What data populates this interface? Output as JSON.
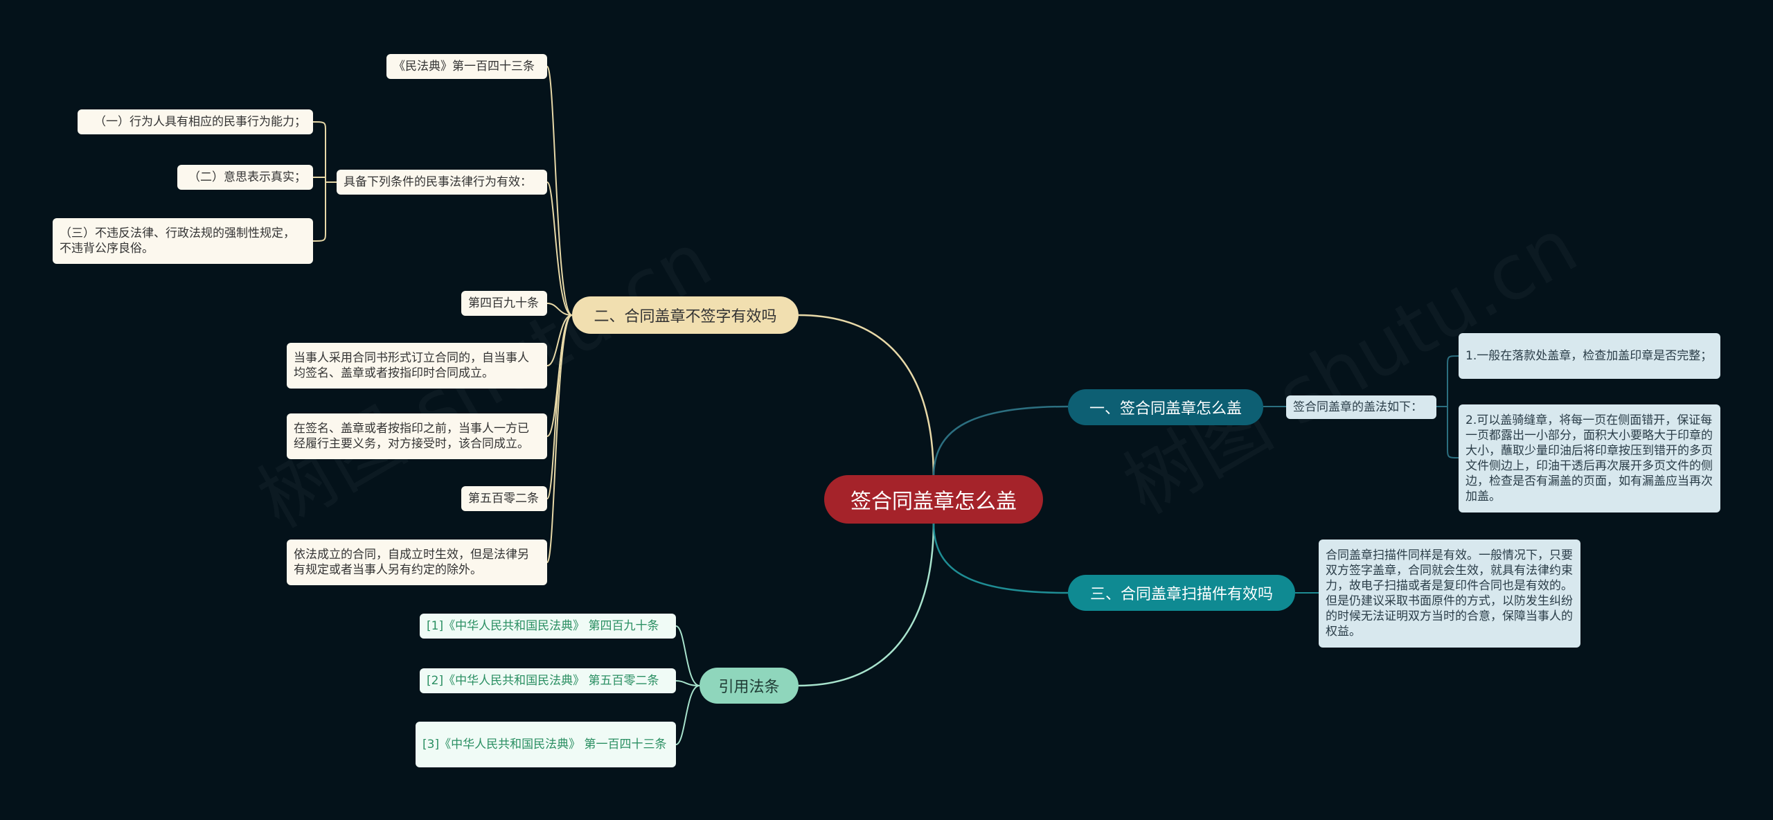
{
  "root": {
    "label": "签合同盖章怎么盖"
  },
  "branch1": {
    "label": "一、签合同盖章怎么盖",
    "sub": "签合同盖章的盖法如下：",
    "items": [
      "1.一般在落款处盖章，检查加盖印章是否完整；",
      "2.可以盖骑缝章，将每一页在侧面错开，保证每一页都露出一小部分，面积大小要略大于印章的大小，蘸取少量印油后将印章按压到错开的多页文件侧边上，印油干透后再次展开多页文件的侧边，检查是否有漏盖的页面，如有漏盖应当再次加盖。"
    ]
  },
  "branch2": {
    "label": "二、合同盖章不签字有效吗",
    "items": [
      "《民法典》第一百四十三条",
      "具备下列条件的民事法律行为有效：",
      "第四百九十条",
      "当事人采用合同书形式订立合同的，自当事人均签名、盖章或者按指印时合同成立。",
      "在签名、盖章或者按指印之前，当事人一方已经履行主要义务，对方接受时，该合同成立。",
      "第五百零二条",
      "依法成立的合同，自成立时生效，但是法律另有规定或者当事人另有约定的除外。"
    ],
    "conditions": [
      "（一）行为人具有相应的民事行为能力；",
      "（二）意思表示真实；",
      "（三）不违反法律、行政法规的强制性规定，不违背公序良俗。"
    ]
  },
  "branch3": {
    "label": "三、合同盖章扫描件有效吗",
    "detail": "合同盖章扫描件同样是有效。一般情况下，只要双方签字盖章，合同就会生效，就具有法律约束力，故电子扫描或者是复印件合同也是有效的。但是仍建议采取书面原件的方式，以防发生纠纷的时候无法证明双方当时的合意，保障当事人的权益。"
  },
  "branch4": {
    "label": "引用法条",
    "refs": [
      "[1]《中华人民共和国民法典》 第四百九十条",
      "[2]《中华人民共和国民法典》 第五百零二条",
      "[3]《中华人民共和国民法典》 第一百四十三条"
    ]
  },
  "colors": {
    "background": "#04121a",
    "root": "#a5232a",
    "branch1": "#0d5f73",
    "branch2": "#f1dfb0",
    "branch3": "#0f8a92",
    "branch4": "#8fd6bc",
    "line_cream": "#e8d9a8",
    "line_teal": "#2c8a95",
    "line_mint": "#a8e3cd"
  }
}
